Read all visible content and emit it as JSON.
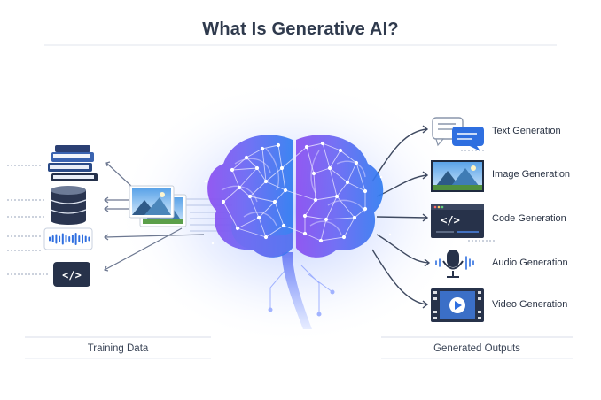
{
  "title": "What Is Generative AI?",
  "training_label": "Training Data",
  "outputs_label": "Generated Outputs",
  "training_inputs": [
    {
      "icon": "books-icon"
    },
    {
      "icon": "database-icon"
    },
    {
      "icon": "audio-waveform-icon"
    },
    {
      "icon": "code-icon"
    },
    {
      "icon": "landscape-image-icon"
    }
  ],
  "outputs": [
    {
      "label": "Text Generation",
      "icon": "chat-bubbles-icon"
    },
    {
      "label": "Image Generation",
      "icon": "landscape-image-icon"
    },
    {
      "label": "Code Generation",
      "icon": "code-window-icon"
    },
    {
      "label": "Audio Generation",
      "icon": "microphone-icon"
    },
    {
      "label": "Video Generation",
      "icon": "video-player-icon"
    }
  ],
  "colors": {
    "title": "#2f3a4d",
    "brain_blue": "#3a7bf2",
    "brain_purple": "#8b4df0",
    "icon_navy": "#27324a",
    "accent_blue": "#2f6fe0"
  }
}
